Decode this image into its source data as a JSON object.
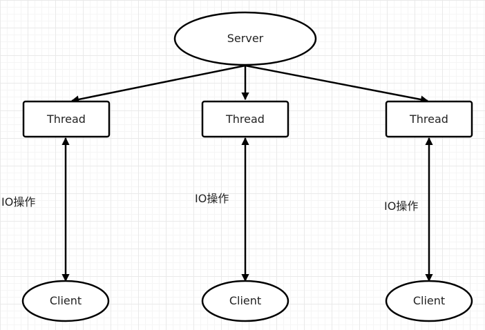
{
  "diagram": {
    "server": {
      "label": "Server"
    },
    "threads": [
      {
        "label": "Thread"
      },
      {
        "label": "Thread"
      },
      {
        "label": "Thread"
      }
    ],
    "clients": [
      {
        "label": "Client"
      },
      {
        "label": "Client"
      },
      {
        "label": "Client"
      }
    ],
    "io_labels": [
      "IO操作",
      "IO操作",
      "IO操作"
    ]
  }
}
